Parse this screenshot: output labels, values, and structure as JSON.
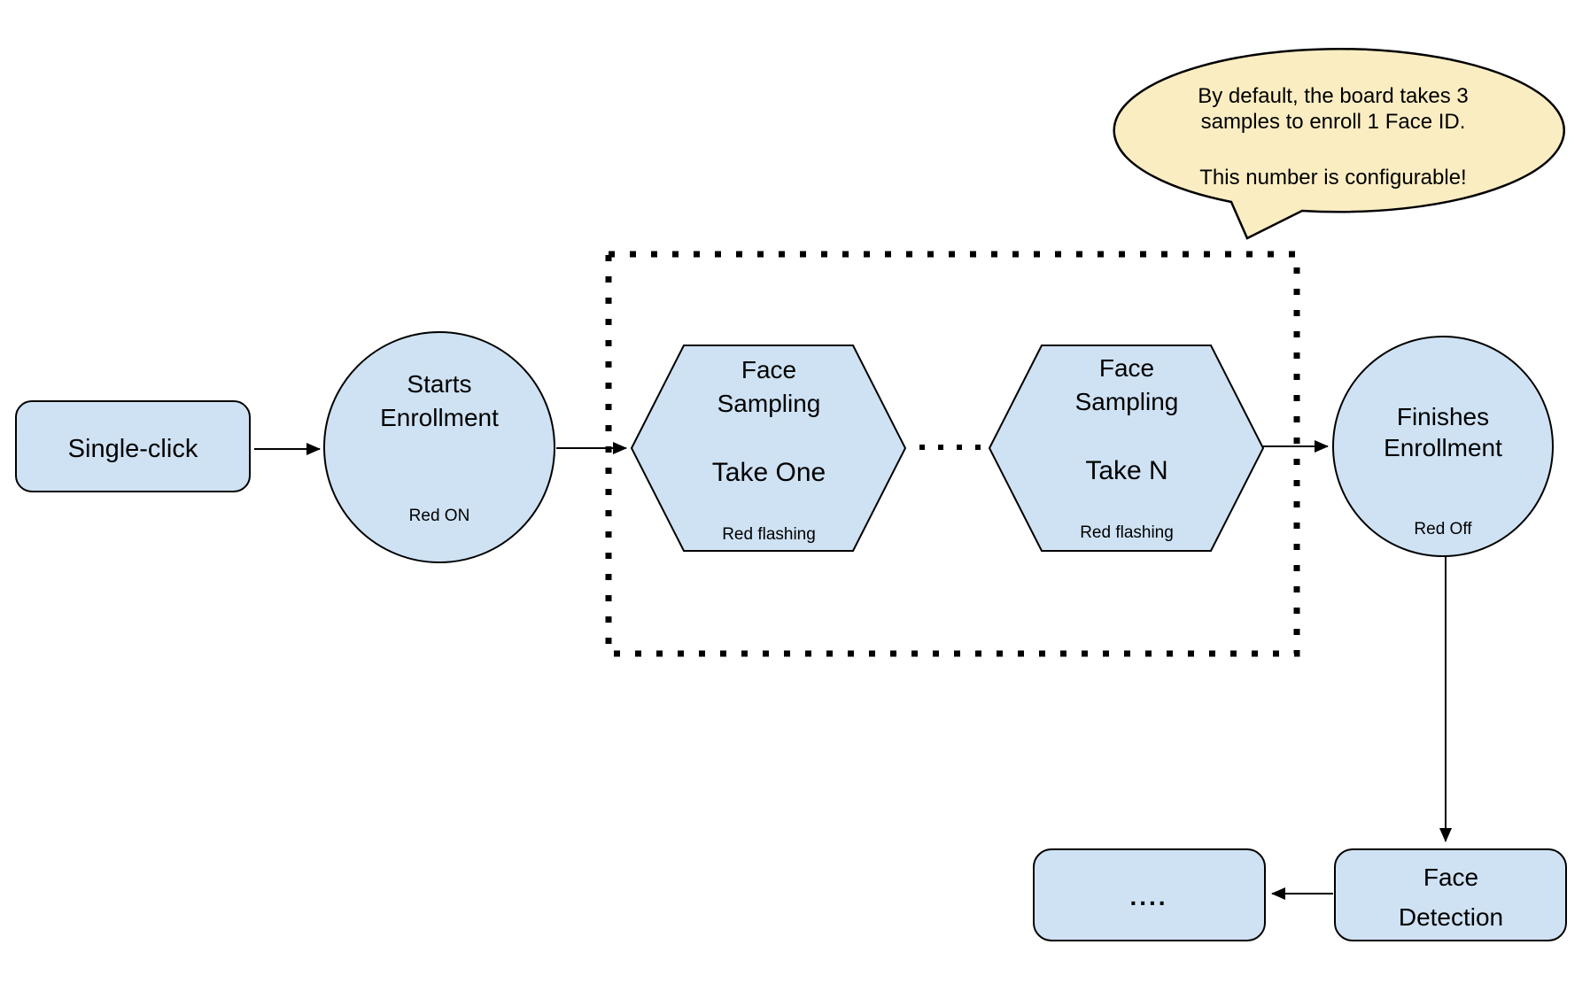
{
  "colors": {
    "background": "#ffffff",
    "shape_fill": "#cfe2f3",
    "shape_stroke": "#000000",
    "bubble_fill": "#fbedc2",
    "arrow": "#000000",
    "text": "#000000"
  },
  "nodes": {
    "single_click": {
      "label": "Single-click"
    },
    "starts_enrollment": {
      "title_line1": "Starts",
      "title_line2": "Enrollment",
      "status": "Red ON"
    },
    "face_sampling_one": {
      "title_line1": "Face",
      "title_line2": "Sampling",
      "step": "Take One",
      "status": "Red flashing"
    },
    "face_sampling_n": {
      "title_line1": "Face",
      "title_line2": "Sampling",
      "step": "Take N",
      "status": "Red flashing"
    },
    "finishes_enrollment": {
      "title_line1": "Finishes",
      "title_line2": "Enrollment",
      "status": "Red Off"
    },
    "face_detection": {
      "title_line1": "Face",
      "title_line2": "Detection"
    },
    "continuation": {
      "label": "...."
    }
  },
  "callout": {
    "line1": "By default, the board takes 3",
    "line2": "samples to enroll 1 Face ID.",
    "line3": "This number is configurable!"
  }
}
